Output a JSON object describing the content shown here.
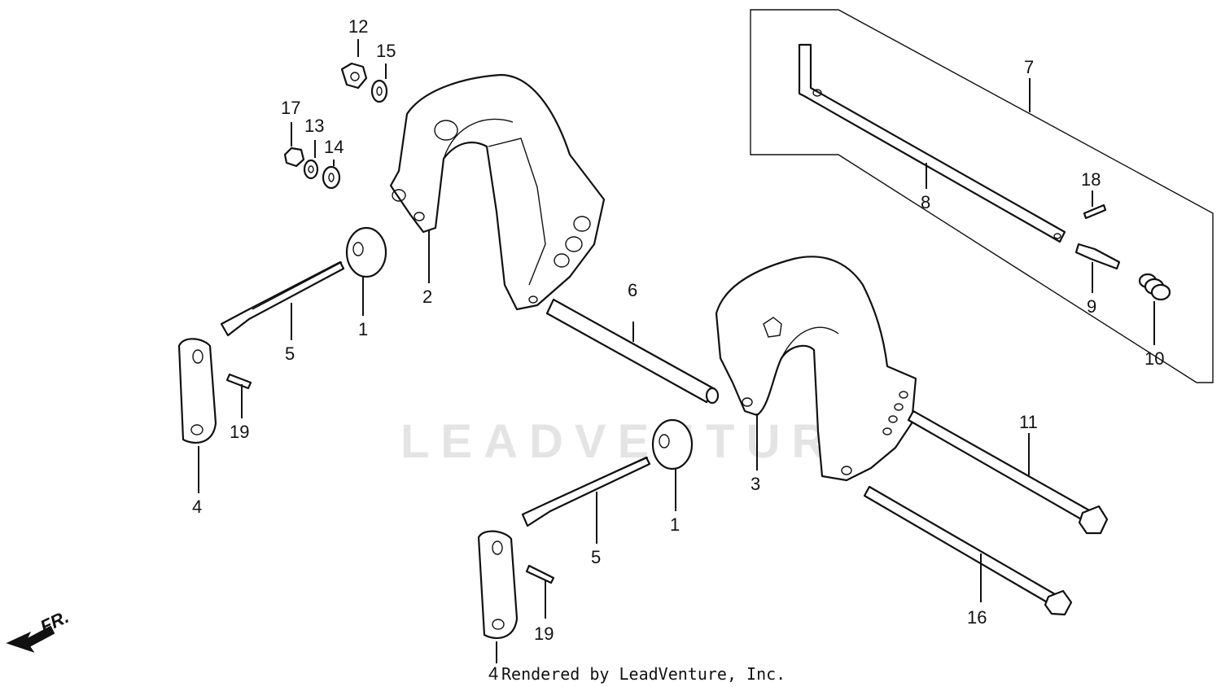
{
  "watermark": "LEADVENTURE",
  "credit": "Rendered by LeadVenture, Inc.",
  "front_indicator": "FR.",
  "callouts": [
    {
      "id": "c1a",
      "text": "1"
    },
    {
      "id": "c1b",
      "text": "1"
    },
    {
      "id": "c2",
      "text": "2"
    },
    {
      "id": "c3",
      "text": "3"
    },
    {
      "id": "c4a",
      "text": "4"
    },
    {
      "id": "c4b",
      "text": "4"
    },
    {
      "id": "c5a",
      "text": "5"
    },
    {
      "id": "c5b",
      "text": "5"
    },
    {
      "id": "c6",
      "text": "6"
    },
    {
      "id": "c7",
      "text": "7"
    },
    {
      "id": "c8",
      "text": "8"
    },
    {
      "id": "c9",
      "text": "9"
    },
    {
      "id": "c10",
      "text": "10"
    },
    {
      "id": "c11",
      "text": "11"
    },
    {
      "id": "c12",
      "text": "12"
    },
    {
      "id": "c13",
      "text": "13"
    },
    {
      "id": "c14",
      "text": "14"
    },
    {
      "id": "c15",
      "text": "15"
    },
    {
      "id": "c16",
      "text": "16"
    },
    {
      "id": "c17",
      "text": "17"
    },
    {
      "id": "c18",
      "text": "18"
    },
    {
      "id": "c19a",
      "text": "19"
    },
    {
      "id": "c19b",
      "text": "19"
    }
  ]
}
